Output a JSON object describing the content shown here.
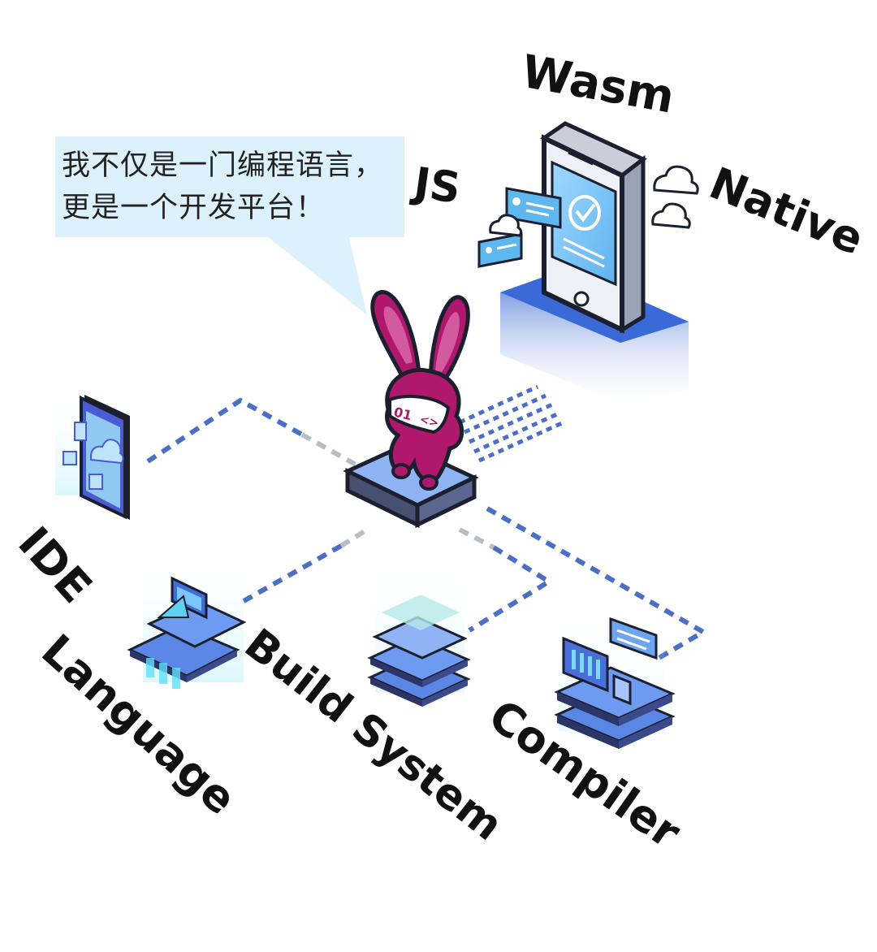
{
  "speech": {
    "line1": "我不仅是一门编程语言，",
    "line2": "更是一个开发平台！"
  },
  "labels": {
    "js": "JS",
    "wasm": "Wasm",
    "native": "Native",
    "ide": "IDE",
    "language": "Language",
    "build_system": "Build System",
    "compiler": "Compiler"
  },
  "mascot": {
    "badge_left": "01",
    "badge_right": "<>"
  },
  "colors": {
    "mascot": "#b0186e",
    "dash_blue": "#4a6fc4",
    "dash_gray": "#b8bcc6",
    "platform_top": "#8fb3f5",
    "platform_side": "#465071",
    "accent_cyan": "#3fd6f5",
    "speech_bg": "#dcf1fb",
    "outline": "#1b1f2e"
  },
  "icons": {
    "phone": "phone-icon",
    "tablet": "tablet-icon",
    "cloud": "cloud-icon",
    "chat": "chat-bubble-icon",
    "check": "check-icon",
    "language": "language-block-icon",
    "build": "build-stack-icon",
    "compiler": "compiler-stack-icon"
  }
}
